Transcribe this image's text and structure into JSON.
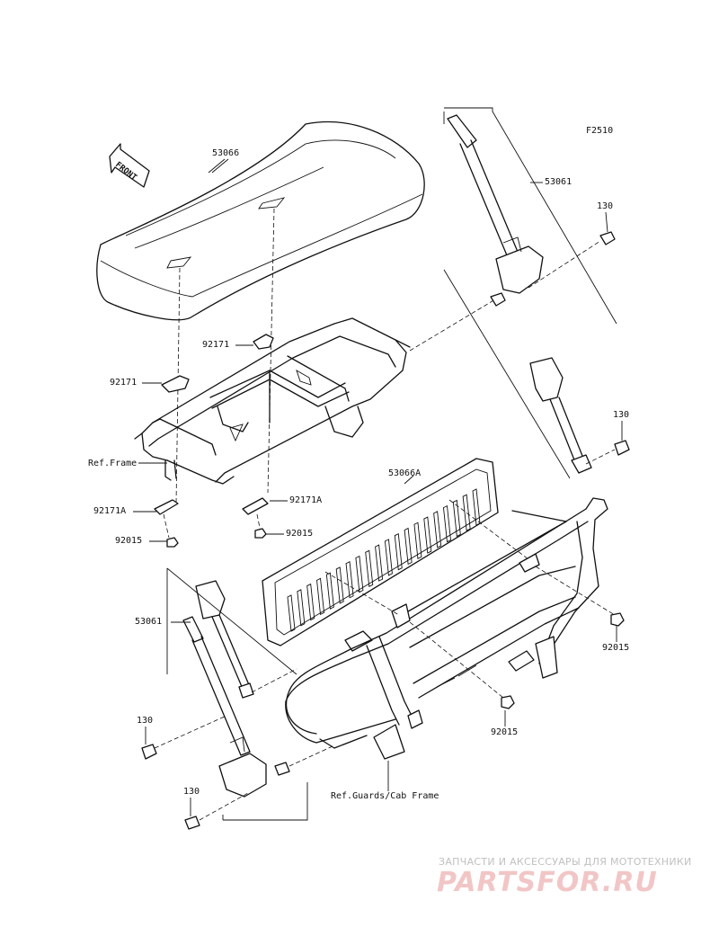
{
  "figure_code": "F2510",
  "front_arrow_label": "FRONT",
  "labels": {
    "seat": "53066",
    "seat_belt_right": "53061",
    "bolt_top_right": "130",
    "bolt_mid_right": "130",
    "bracket_top": "92171",
    "bracket_left": "92171",
    "ref_frame": "Ref.Frame",
    "seatback": "53066A",
    "bracket_a_right": "92171A",
    "bracket_a_left": "92171A",
    "nut_left": "92015",
    "nut_center": "92015",
    "nut_right": "92015",
    "nut_bottom": "92015",
    "seat_belt_left": "53061",
    "bolt_left_upper": "130",
    "bolt_left_lower": "130",
    "ref_guards": "Ref.Guards/Cab Frame"
  },
  "watermark": {
    "line1": "ЗАПЧАСТИ И АКСЕССУАРЫ ДЛЯ МОТОТЕХНИКИ",
    "logo": "PARTSFOR.RU"
  }
}
